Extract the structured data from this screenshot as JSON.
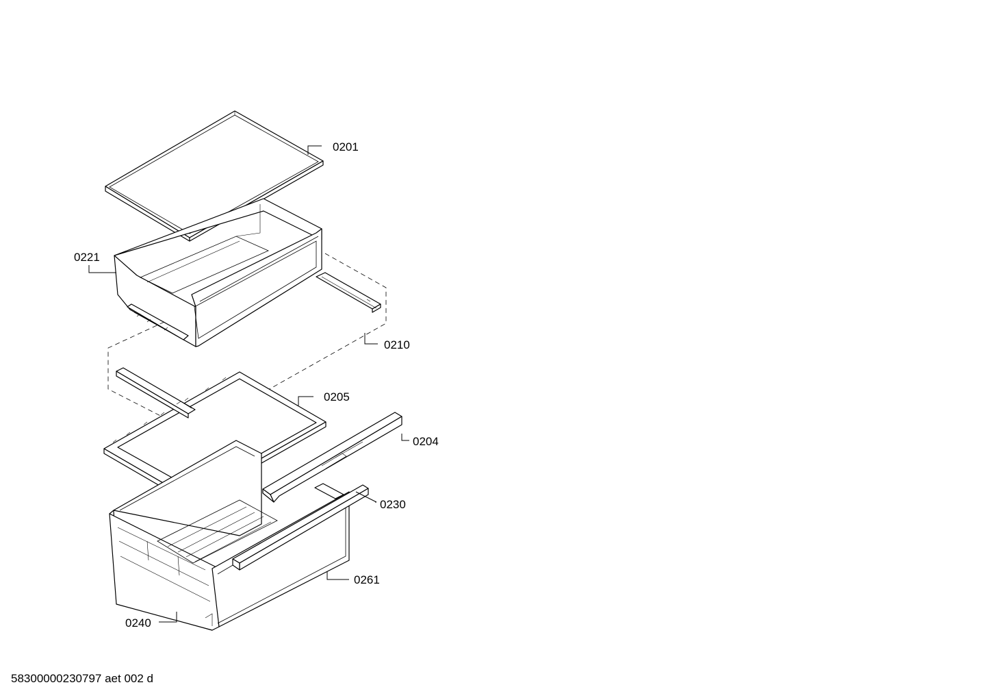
{
  "callouts": {
    "c0201": "0201",
    "c0221": "0221",
    "c0210": "0210",
    "c0205": "0205",
    "c0204": "0204",
    "c0230": "0230",
    "c0261": "0261",
    "c0240": "0240"
  },
  "footer": {
    "document_id": "58300000230797 aet 002 d"
  }
}
